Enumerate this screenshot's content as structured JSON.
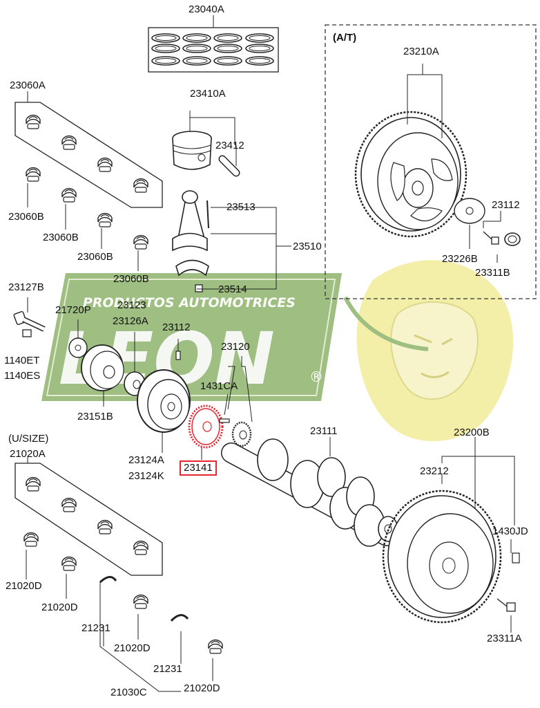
{
  "watermark": {
    "tagline": "PRODUCTOS AUTOMOTRICES",
    "brand": "LEON",
    "mark": "®",
    "green": "#8fb36c",
    "yellow": "#f1ec9a"
  },
  "highlight_color": "#e3262f",
  "panel_at": {
    "label": "(A/T)"
  },
  "section_usize": {
    "label": "(U/SIZE)"
  },
  "parts": {
    "p23040A": "23040A",
    "p23060A": "23060A",
    "p23060B_1": "23060B",
    "p23060B_2": "23060B",
    "p23060B_3": "23060B",
    "p23060B_4": "23060B",
    "p23410A": "23410A",
    "p23412": "23412",
    "p23513": "23513",
    "p23510": "23510",
    "p23514": "23514",
    "p23210A": "23210A",
    "p23112_at": "23112",
    "p23226B": "23226B",
    "p23311B": "23311B",
    "p23127B": "23127B",
    "p21720P": "21720P",
    "p23123": "23123",
    "p23126A": "23126A",
    "p23112": "23112",
    "p23120": "23120",
    "p1140ET": "1140ET",
    "p1140ES": "1140ES",
    "p1431CA": "1431CA",
    "p23151B": "23151B",
    "p23124A": "23124A",
    "p23124K": "23124K",
    "p23141": "23141",
    "p23111": "23111",
    "p23200B": "23200B",
    "p23212": "23212",
    "p1430JD": "1430JD",
    "p23311A": "23311A",
    "p21020A": "21020A",
    "p21020D_1": "21020D",
    "p21020D_2": "21020D",
    "p21020D_3": "21020D",
    "p21020D_4": "21020D",
    "p21231_1": "21231",
    "p21231_2": "21231",
    "p21030C": "21030C"
  }
}
